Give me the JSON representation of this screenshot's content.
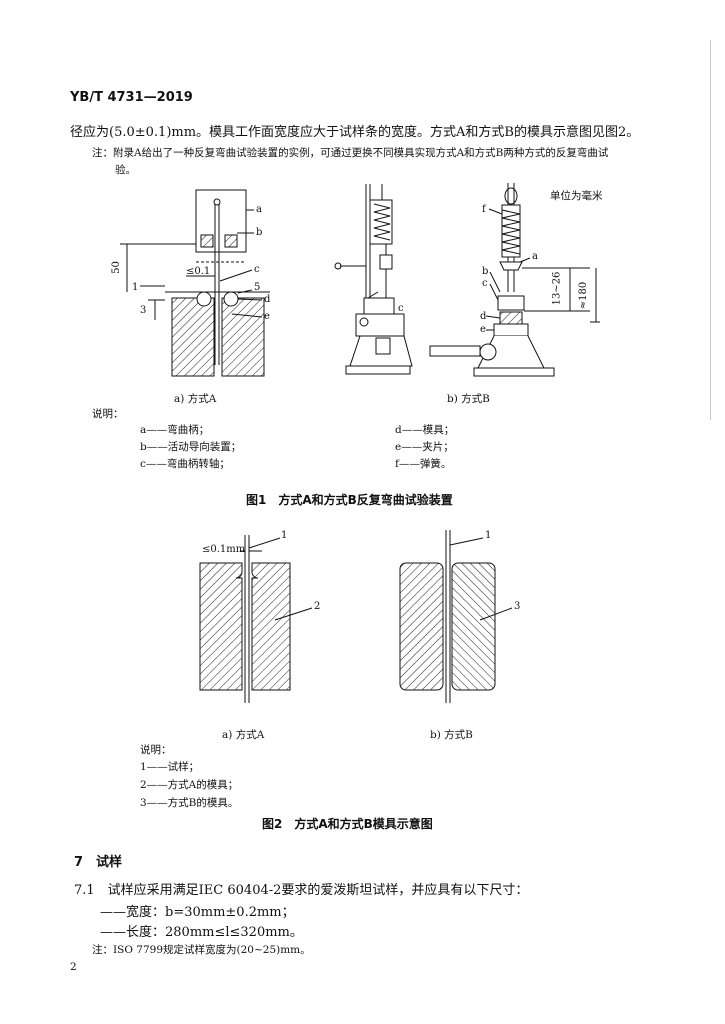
{
  "header": {
    "doc_id": "YB/T 4731—2019"
  },
  "paragraph_1": "径应为(5.0±0.1)mm。模具工作面宽度应大于试样条的宽度。方式A和方式B的模具示意图见图2。",
  "note_1": {
    "line1": "注：附录A给出了一种反复弯曲试验装置的实例，可通过更换不同模具实现方式A和方式B两种方式的反复弯曲试",
    "line2": "验。"
  },
  "figure1": {
    "unit_note": "单位为毫米",
    "labels": {
      "a": "a",
      "b": "b",
      "c": "c",
      "d": "d",
      "e": "e",
      "f": "f"
    },
    "dims": {
      "d50": "50",
      "d1": "1",
      "d3": "3",
      "gap": "≤0.1",
      "r5": "5",
      "d13_26": "13~26",
      "d180": "≈180"
    },
    "sub_a": "a) 方式A",
    "sub_b": "b) 方式B",
    "legend_title": "说明：",
    "legend": [
      "a——弯曲柄；",
      "b——活动导向装置；",
      "c——弯曲柄转轴；",
      "d——模具；",
      "e——夹片；",
      "f——弹簧。"
    ],
    "caption": "图1　方式A和方式B反复弯曲试验装置"
  },
  "figure2": {
    "labels": {
      "n1a": "1",
      "n1b": "1",
      "n2": "2",
      "n3": "3",
      "gap": "≤0.1mm"
    },
    "sub_a": "a) 方式A",
    "sub_b": "b) 方式B",
    "legend_title": "说明：",
    "legend": [
      "1——试样；",
      "2——方式A的模具；",
      "3——方式B的模具。"
    ],
    "caption": "图2　方式A和方式B模具示意图"
  },
  "section7": {
    "heading": "7　试样",
    "clause": "7.1　试样应采用满足IEC 60404-2要求的爱泼斯坦试样，并应具有以下尺寸：",
    "width": "——宽度：b=30mm±0.2mm；",
    "length": "——长度：280mm≤l≤320mm。",
    "note": "注：ISO 7799规定试样宽度为(20~25)mm。"
  },
  "footer": {
    "page_number": "2"
  }
}
